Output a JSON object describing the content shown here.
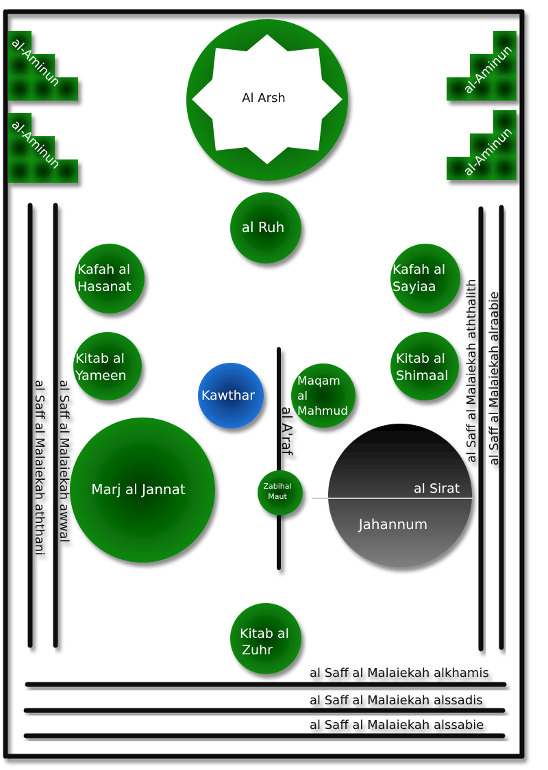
{
  "arsh": "Al Arsh",
  "aminun": {
    "top_left": "al-Aminun",
    "mid_left": "al-Aminun",
    "top_right": "al-Aminun",
    "mid_right": "al-Aminun"
  },
  "ruh": "al Ruh",
  "kafah_hasanat": [
    "Kafah al",
    "Hasanat"
  ],
  "kafah_sayiaa": [
    "Kafah al",
    "Sayiaa"
  ],
  "kitab_yameen": [
    "Kitab al",
    "Yameen"
  ],
  "kitab_shimaal": [
    "Kitab al",
    "Shimaal"
  ],
  "kawthar": "Kawthar",
  "maqam_mahmud": [
    "Maqam",
    "al",
    "Mahmud"
  ],
  "araf": "al A'raf",
  "marj_jannat": "Marj al Jannat",
  "zabihal_maut": [
    "Zabihal",
    "Maut"
  ],
  "jahannum": "Jahannum",
  "sirat": "al Sirat",
  "kitab_zuhr": [
    "Kitab al",
    "Zuhr"
  ],
  "saffs": {
    "awwal": "al Saff al Malaiekah awwal",
    "aththani": "al Saff al Malaiekah aththani",
    "aththalith": "al Saff al Malaiekah aththalith",
    "alraabie": "al Saff al Malaiekah alraabie",
    "alkhamis": "al Saff al Malaiekah alkhamis",
    "alssadis": "al Saff al Malaiekah alssadis",
    "alssabie": "al Saff al Malaiekah alssabie"
  },
  "colors": {
    "green": "#0a8a0a",
    "green_dark": "#003300",
    "blue": "#1a6fd6",
    "black": "#000000",
    "gray": "#707070"
  }
}
